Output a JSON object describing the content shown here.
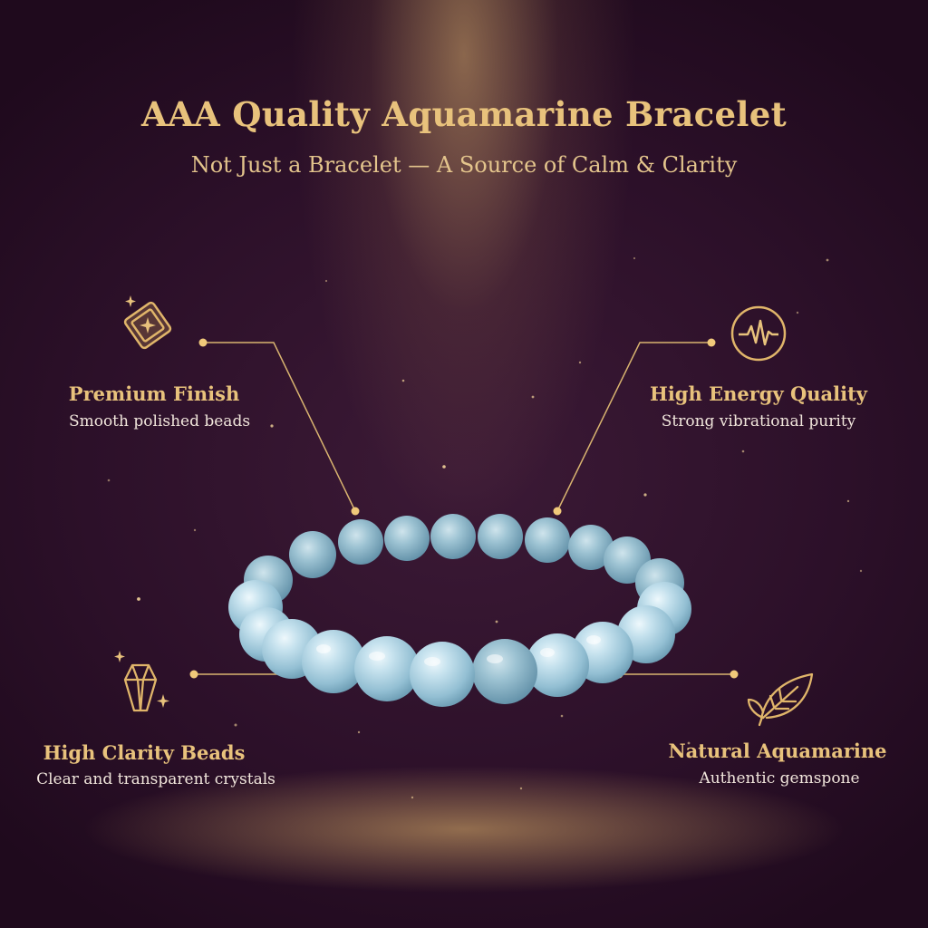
{
  "header": {
    "title": "AAA Quality Aquamarine Bracelet",
    "subtitle": "Not Just a Bracelet — A Source of Calm & Clarity"
  },
  "features": [
    {
      "title": "Premium Finish",
      "description": "Smooth polished beads",
      "icon": "ticket-sparkle-icon"
    },
    {
      "title": "High Energy Quality",
      "description": "Strong vibrational purity",
      "icon": "pulse-wave-icon"
    },
    {
      "title": "High Clarity Beads",
      "description": "Clear and transparent crystals",
      "icon": "crystal-icon"
    },
    {
      "title": "Natural Aquamarine",
      "description": "Authentic gemspone",
      "icon": "leaf-icon"
    }
  ],
  "colors": {
    "gold": "#e8c27c",
    "background": "#2c1029",
    "bead": "#a9cfe0",
    "text": "#f1e6dc"
  }
}
